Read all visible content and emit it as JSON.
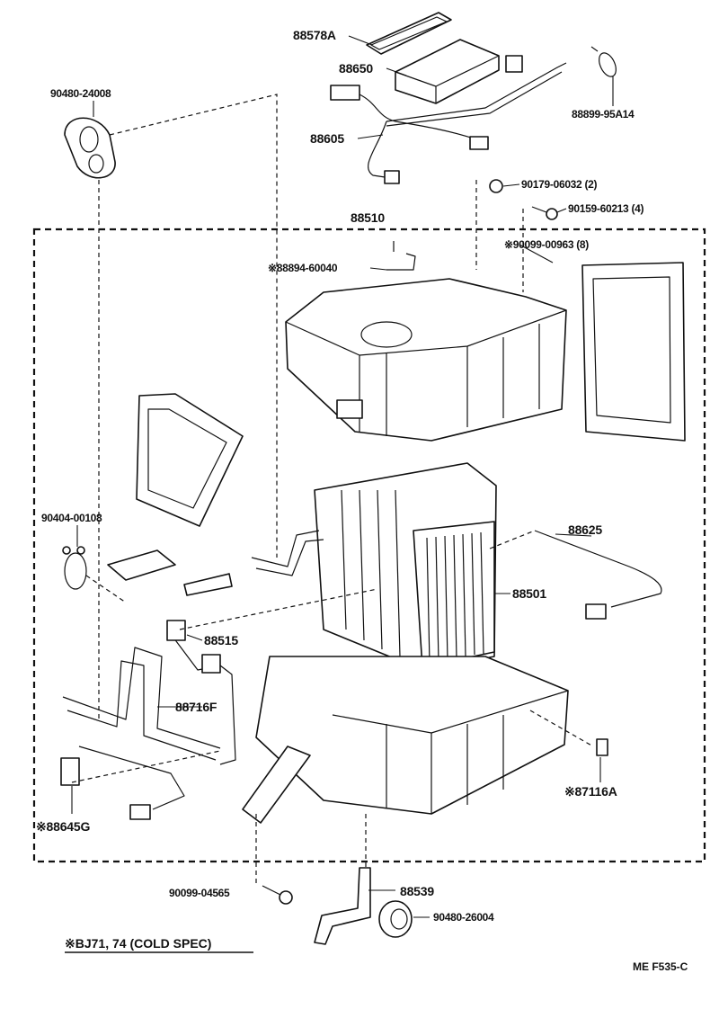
{
  "labels": {
    "p88578A": "88578A",
    "p88650": "88650",
    "p88899": "88899-95A14",
    "p90480_24008": "90480-24008",
    "p88605": "88605",
    "p90179": "90179-06032 (2)",
    "p90159": "90159-60213 (4)",
    "p88510": "88510",
    "p90099_00963": "※90099-00963 (8)",
    "p88894": "※88894-60040",
    "p90404": "90404-00108",
    "p88625": "88625",
    "p88501": "88501",
    "p88515": "88515",
    "p88716F": "88716F",
    "p87116A": "※87116A",
    "p88645G": "※88645G",
    "p90099_04565": "90099-04565",
    "p88539": "88539",
    "p90480_26004": "90480-26004"
  },
  "note": "※BJ71, 74 (COLD SPEC)",
  "footer": "ME  F535-C",
  "colors": {
    "ink": "#111111",
    "paper": "#ffffff"
  }
}
